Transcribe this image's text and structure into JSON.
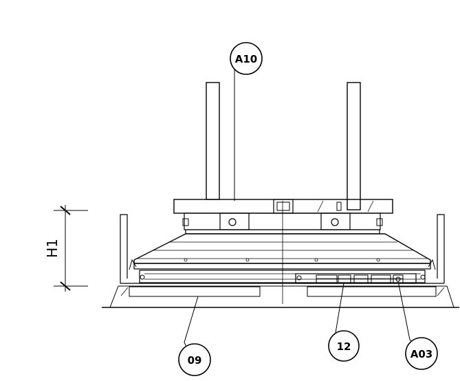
{
  "callouts": {
    "a10": "A10",
    "c09": "09",
    "c12": "12",
    "a03": "A03"
  },
  "dimension": {
    "label": "H1"
  }
}
